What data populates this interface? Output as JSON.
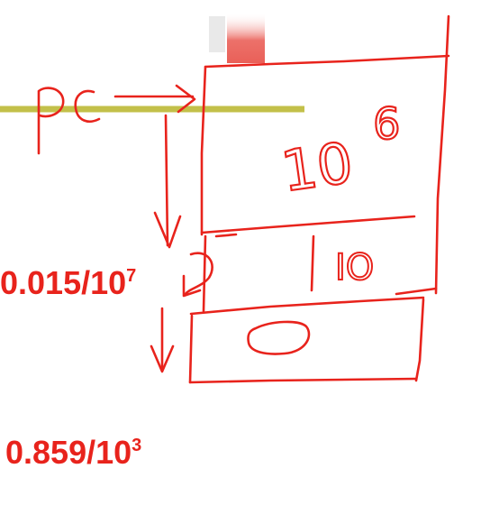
{
  "colors": {
    "ink": "#e8231c",
    "line": "#c3c04a",
    "smudge": "#e6453c",
    "background": "#ffffff"
  },
  "diagram": {
    "pointer_label": "pc",
    "segment_top_label": "10",
    "segment_top_exponent": "6",
    "segment_middle_label": "IO",
    "segment_bottom_label": "0"
  },
  "annotations": {
    "top": {
      "value": "0.015/10",
      "exponent": "7"
    },
    "bottom": {
      "value": "0.859/10",
      "exponent": "3"
    }
  }
}
